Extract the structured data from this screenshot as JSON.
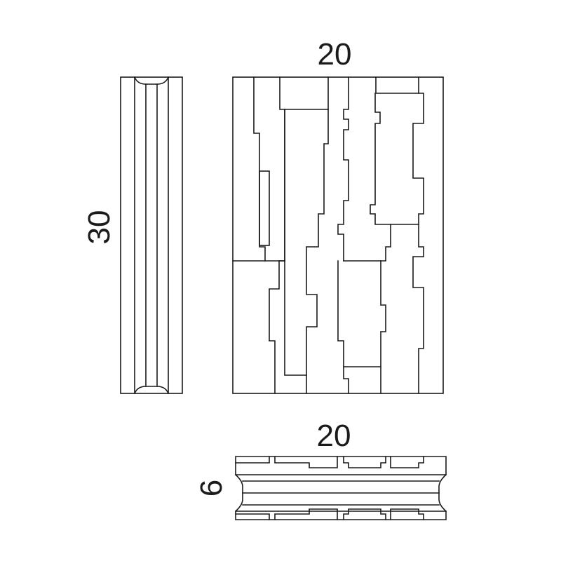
{
  "dimensions": {
    "front_width": "20",
    "front_height": "30",
    "top_width": "20",
    "top_depth": "6"
  }
}
